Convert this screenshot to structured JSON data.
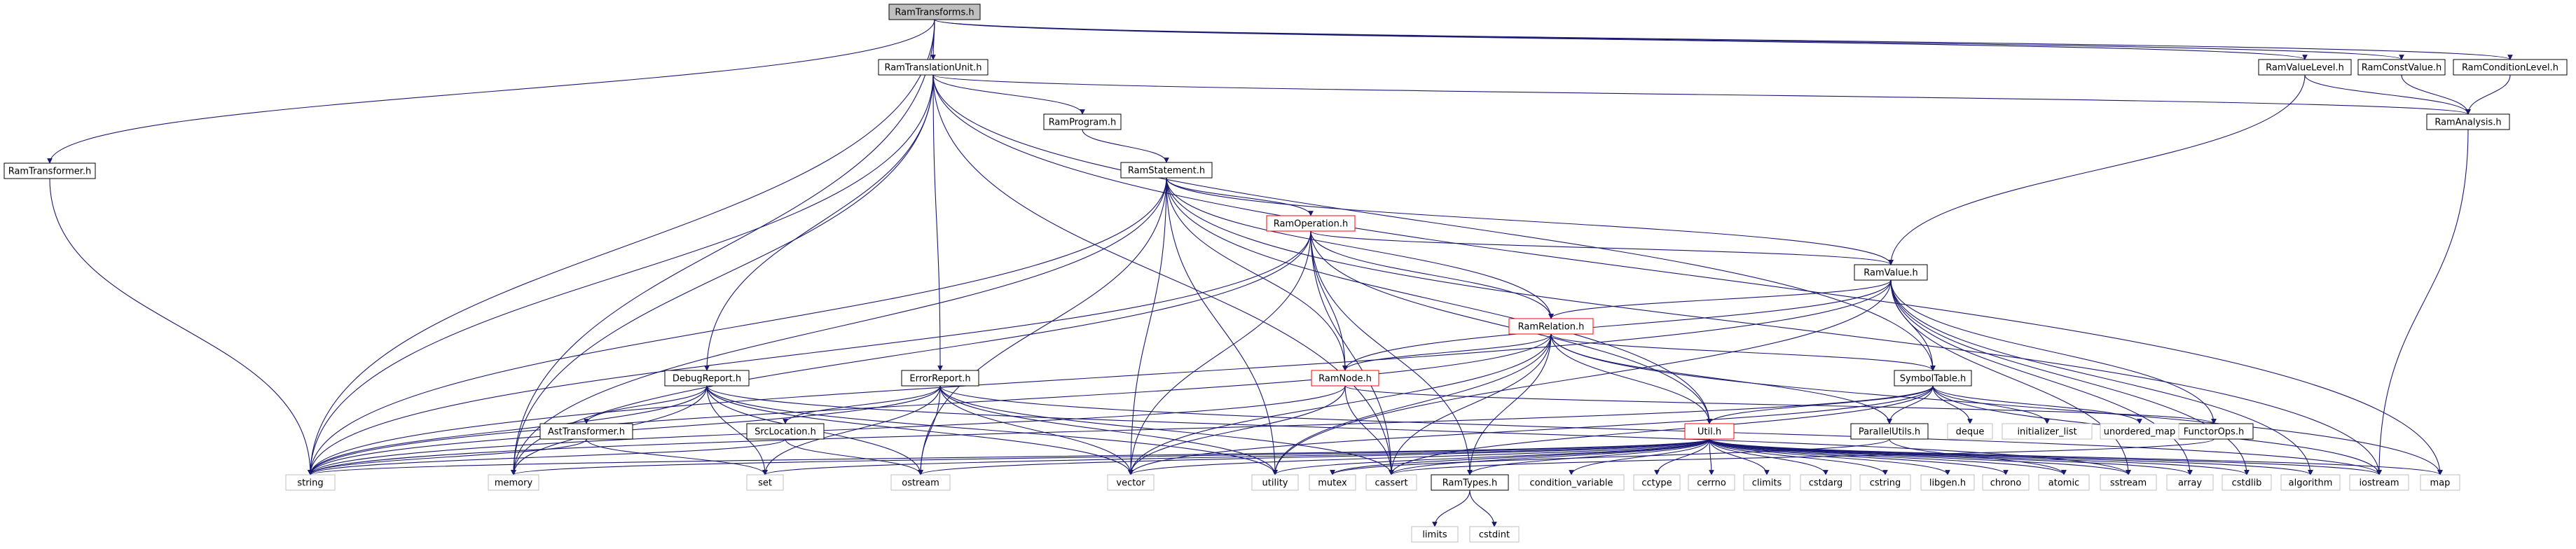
{
  "graph": {
    "nodes": {
      "ram_transforms": {
        "label": "RamTransforms.h",
        "style": "focus"
      },
      "ram_transformer": {
        "label": "RamTransformer.h",
        "style": "black"
      },
      "ram_translation_unit": {
        "label": "RamTranslationUnit.h",
        "style": "black"
      },
      "ram_value_level": {
        "label": "RamValueLevel.h",
        "style": "black"
      },
      "ram_const_value": {
        "label": "RamConstValue.h",
        "style": "black"
      },
      "ram_condition_level": {
        "label": "RamConditionLevel.h",
        "style": "black"
      },
      "ram_analysis": {
        "label": "RamAnalysis.h",
        "style": "black"
      },
      "ram_program": {
        "label": "RamProgram.h",
        "style": "black"
      },
      "ram_statement": {
        "label": "RamStatement.h",
        "style": "black"
      },
      "ram_operation": {
        "label": "RamOperation.h",
        "style": "red"
      },
      "ram_value": {
        "label": "RamValue.h",
        "style": "black"
      },
      "ram_relation": {
        "label": "RamRelation.h",
        "style": "red"
      },
      "debug_report": {
        "label": "DebugReport.h",
        "style": "black"
      },
      "error_report": {
        "label": "ErrorReport.h",
        "style": "black"
      },
      "ram_node": {
        "label": "RamNode.h",
        "style": "red"
      },
      "symbol_table": {
        "label": "SymbolTable.h",
        "style": "black"
      },
      "ast_transformer": {
        "label": "AstTransformer.h",
        "style": "black"
      },
      "src_location": {
        "label": "SrcLocation.h",
        "style": "black"
      },
      "util": {
        "label": "Util.h",
        "style": "red"
      },
      "parallel_utils": {
        "label": "ParallelUtils.h",
        "style": "black"
      },
      "functor_ops": {
        "label": "FunctorOps.h",
        "style": "black"
      },
      "ram_types": {
        "label": "RamTypes.h",
        "style": "black"
      },
      "deque": {
        "label": "deque",
        "style": "grey"
      },
      "initializer_list": {
        "label": "initializer_list",
        "style": "grey"
      },
      "unordered_map": {
        "label": "unordered_map",
        "style": "grey"
      },
      "string": {
        "label": "string",
        "style": "grey"
      },
      "memory": {
        "label": "memory",
        "style": "grey"
      },
      "set": {
        "label": "set",
        "style": "grey"
      },
      "ostream": {
        "label": "ostream",
        "style": "grey"
      },
      "vector": {
        "label": "vector",
        "style": "grey"
      },
      "utility": {
        "label": "utility",
        "style": "grey"
      },
      "mutex": {
        "label": "mutex",
        "style": "grey"
      },
      "cassert": {
        "label": "cassert",
        "style": "grey"
      },
      "condition_variable": {
        "label": "condition_variable",
        "style": "grey"
      },
      "cctype": {
        "label": "cctype",
        "style": "grey"
      },
      "cerrno": {
        "label": "cerrno",
        "style": "grey"
      },
      "climits": {
        "label": "climits",
        "style": "grey"
      },
      "cstdarg": {
        "label": "cstdarg",
        "style": "grey"
      },
      "cstring": {
        "label": "cstring",
        "style": "grey"
      },
      "libgen": {
        "label": "libgen.h",
        "style": "grey"
      },
      "chrono": {
        "label": "chrono",
        "style": "grey"
      },
      "atomic": {
        "label": "atomic",
        "style": "grey"
      },
      "sstream": {
        "label": "sstream",
        "style": "grey"
      },
      "array": {
        "label": "array",
        "style": "grey"
      },
      "cstdlib": {
        "label": "cstdlib",
        "style": "grey"
      },
      "algorithm": {
        "label": "algorithm",
        "style": "grey"
      },
      "iostream": {
        "label": "iostream",
        "style": "grey"
      },
      "map": {
        "label": "map",
        "style": "grey"
      },
      "limits": {
        "label": "limits",
        "style": "grey"
      },
      "cstdint": {
        "label": "cstdint",
        "style": "grey"
      }
    },
    "edges": [
      [
        "ram_transforms",
        "ram_transformer"
      ],
      [
        "ram_transforms",
        "string"
      ],
      [
        "ram_transforms",
        "memory"
      ],
      [
        "ram_transforms",
        "ram_translation_unit"
      ],
      [
        "ram_transforms",
        "ram_value_level"
      ],
      [
        "ram_transforms",
        "ram_const_value"
      ],
      [
        "ram_transforms",
        "ram_condition_level"
      ],
      [
        "ram_transformer",
        "string"
      ],
      [
        "ram_translation_unit",
        "string"
      ],
      [
        "ram_translation_unit",
        "memory"
      ],
      [
        "ram_translation_unit",
        "debug_report"
      ],
      [
        "ram_translation_unit",
        "error_report"
      ],
      [
        "ram_translation_unit",
        "ram_program"
      ],
      [
        "ram_translation_unit",
        "cassert"
      ],
      [
        "ram_translation_unit",
        "symbol_table"
      ],
      [
        "ram_translation_unit",
        "ram_analysis"
      ],
      [
        "ram_translation_unit",
        "map"
      ],
      [
        "ram_value_level",
        "ram_analysis"
      ],
      [
        "ram_value_level",
        "ram_value"
      ],
      [
        "ram_const_value",
        "ram_analysis"
      ],
      [
        "ram_condition_level",
        "ram_analysis"
      ],
      [
        "ram_analysis",
        "iostream"
      ],
      [
        "ram_program",
        "ram_statement"
      ],
      [
        "ram_statement",
        "string"
      ],
      [
        "ram_statement",
        "memory"
      ],
      [
        "ram_statement",
        "ostream"
      ],
      [
        "ram_statement",
        "vector"
      ],
      [
        "ram_statement",
        "utility"
      ],
      [
        "ram_statement",
        "ram_operation"
      ],
      [
        "ram_statement",
        "ram_node"
      ],
      [
        "ram_statement",
        "ram_relation"
      ],
      [
        "ram_statement",
        "util"
      ],
      [
        "ram_statement",
        "ram_value"
      ],
      [
        "ram_statement",
        "iostream"
      ],
      [
        "ram_operation",
        "string"
      ],
      [
        "ram_operation",
        "memory"
      ],
      [
        "ram_operation",
        "vector"
      ],
      [
        "ram_operation",
        "cassert"
      ],
      [
        "ram_operation",
        "ram_node"
      ],
      [
        "ram_operation",
        "ram_relation"
      ],
      [
        "ram_operation",
        "util"
      ],
      [
        "ram_operation",
        "ram_types"
      ],
      [
        "ram_operation",
        "ram_value"
      ],
      [
        "ram_value",
        "string"
      ],
      [
        "ram_value",
        "ram_relation"
      ],
      [
        "ram_value",
        "ram_node"
      ],
      [
        "ram_value",
        "symbol_table"
      ],
      [
        "ram_value",
        "functor_ops"
      ],
      [
        "ram_value",
        "utility"
      ],
      [
        "ram_value",
        "array"
      ],
      [
        "ram_value",
        "cstdlib"
      ],
      [
        "ram_value",
        "algorithm"
      ],
      [
        "ram_value",
        "sstream"
      ],
      [
        "ram_relation",
        "string"
      ],
      [
        "ram_relation",
        "vector"
      ],
      [
        "ram_relation",
        "utility"
      ],
      [
        "ram_relation",
        "cassert"
      ],
      [
        "ram_relation",
        "ram_node"
      ],
      [
        "ram_relation",
        "symbol_table"
      ],
      [
        "ram_relation",
        "util"
      ],
      [
        "ram_relation",
        "ram_types"
      ],
      [
        "ram_relation",
        "parallel_utils"
      ],
      [
        "ram_relation",
        "map"
      ],
      [
        "debug_report",
        "string"
      ],
      [
        "debug_report",
        "memory"
      ],
      [
        "debug_report",
        "ast_transformer"
      ],
      [
        "debug_report",
        "set"
      ],
      [
        "debug_report",
        "ostream"
      ],
      [
        "debug_report",
        "vector"
      ],
      [
        "debug_report",
        "utility"
      ],
      [
        "debug_report",
        "sstream"
      ],
      [
        "error_report",
        "string"
      ],
      [
        "error_report",
        "src_location"
      ],
      [
        "error_report",
        "set"
      ],
      [
        "error_report",
        "ostream"
      ],
      [
        "error_report",
        "vector"
      ],
      [
        "error_report",
        "cassert"
      ],
      [
        "error_report",
        "utility"
      ],
      [
        "error_report",
        "iostream"
      ],
      [
        "ram_node",
        "string"
      ],
      [
        "ram_node",
        "vector"
      ],
      [
        "ram_node",
        "cassert"
      ],
      [
        "ram_node",
        "functor_ops"
      ],
      [
        "symbol_table",
        "string"
      ],
      [
        "symbol_table",
        "vector"
      ],
      [
        "symbol_table",
        "cassert"
      ],
      [
        "symbol_table",
        "util"
      ],
      [
        "symbol_table",
        "parallel_utils"
      ],
      [
        "symbol_table",
        "deque"
      ],
      [
        "symbol_table",
        "initializer_list"
      ],
      [
        "symbol_table",
        "unordered_map"
      ],
      [
        "symbol_table",
        "iostream"
      ],
      [
        "ast_transformer",
        "string"
      ],
      [
        "ast_transformer",
        "set"
      ],
      [
        "src_location",
        "string"
      ],
      [
        "src_location",
        "ostream"
      ],
      [
        "util",
        "string"
      ],
      [
        "util",
        "memory"
      ],
      [
        "util",
        "set"
      ],
      [
        "util",
        "ostream"
      ],
      [
        "util",
        "vector"
      ],
      [
        "util",
        "utility"
      ],
      [
        "util",
        "mutex"
      ],
      [
        "util",
        "cassert"
      ],
      [
        "util",
        "ram_types"
      ],
      [
        "util",
        "condition_variable"
      ],
      [
        "util",
        "cctype"
      ],
      [
        "util",
        "cerrno"
      ],
      [
        "util",
        "climits"
      ],
      [
        "util",
        "cstdarg"
      ],
      [
        "util",
        "cstring"
      ],
      [
        "util",
        "libgen"
      ],
      [
        "util",
        "chrono"
      ],
      [
        "util",
        "atomic"
      ],
      [
        "util",
        "sstream"
      ],
      [
        "util",
        "array"
      ],
      [
        "util",
        "cstdlib"
      ],
      [
        "util",
        "algorithm"
      ],
      [
        "util",
        "iostream"
      ],
      [
        "util",
        "map"
      ],
      [
        "parallel_utils",
        "atomic"
      ],
      [
        "parallel_utils",
        "mutex"
      ],
      [
        "functor_ops",
        "cassert"
      ],
      [
        "ram_types",
        "limits"
      ],
      [
        "ram_types",
        "cstdint"
      ]
    ]
  }
}
